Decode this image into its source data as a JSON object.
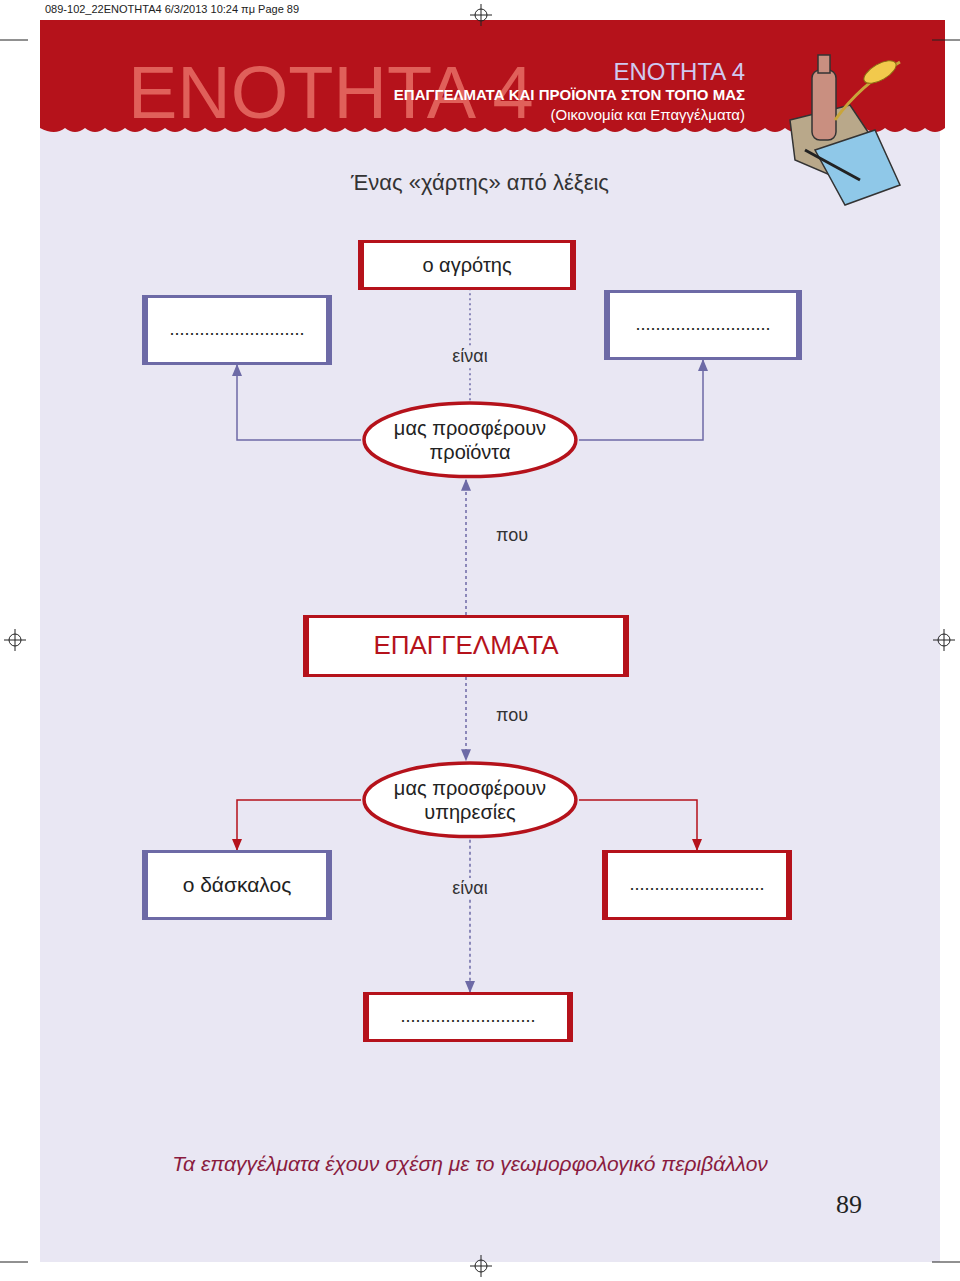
{
  "diagram": {
    "title": "Ένας «χάρτης» από λέξεις",
    "caption": "Τα επαγγέλματα έχουν σχέση με το γεωμορφολογικό περιβάλλον",
    "nodes": [
      {
        "text": [
          "ο αγρότης"
        ]
      },
      {
        "text": [
          "..........................."
        ]
      },
      {
        "text": [
          "..........................."
        ]
      },
      {
        "text": [
          "μας προσφέρουν προϊόντα"
        ]
      },
      {
        "text": [
          "ΕΠΑΓΓΕΛΜΑΤΑ"
        ]
      },
      {
        "text": [
          "μας προσφέρουν υπηρεσίες"
        ]
      },
      {
        "text": [
          "ο δάσκαλος"
        ]
      },
      {
        "text": [
          "..........................."
        ]
      },
      {
        "text": [
          "..........................."
        ]
      }
    ],
    "edges": [
      {
        "from": 4,
        "to": 3,
        "label": "που",
        "arrow": "to"
      },
      {
        "from": 3,
        "to": 1,
        "arrow": "to"
      },
      {
        "from": 3,
        "to": 2,
        "arrow": "to"
      },
      {
        "from": 3,
        "to": 0,
        "label": "είναι",
        "arrow": "none"
      },
      {
        "from": 4,
        "to": 5,
        "label": "που",
        "arrow": "to"
      },
      {
        "from": 5,
        "to": 6,
        "arrow": "to"
      },
      {
        "from": 5,
        "to": 7,
        "arrow": "to"
      },
      {
        "from": 5,
        "to": 8,
        "label": "είναι",
        "arrow": "to"
      }
    ],
    "labels": [
      "089-102_22ENOTHTA4 6/3/2013 10:24 πμ Page 89",
      "ΕΝΟΤΗΤΑ 4",
      "ΕΝΟΤΗΤΑ 4",
      "ΕΠΑΓΓΕΛΜΑΤΑ ΚΑΙ ΠΡΟΪΟΝΤΑ ΣΤΟΝ ΤΟΠΟ ΜΑΣ",
      "(Οικονομία και Επαγγέλματα)",
      "89"
    ]
  }
}
